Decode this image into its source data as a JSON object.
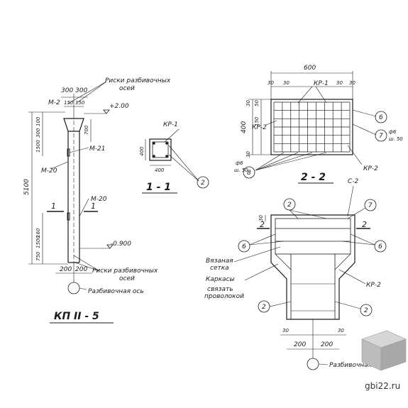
{
  "colors": {
    "ink": "#1a1a1a",
    "paper": "#ffffff",
    "logo_light": "#d6d6d6",
    "logo_dark": "#9a9a9a"
  },
  "column": {
    "mark": "КП II - 5",
    "dim_top_left": "300",
    "dim_top_right": "300",
    "dim_top_inner_left": "150",
    "dim_top_inner_right": "150",
    "elev_top": "+2.00",
    "dim_vert_a": "100",
    "dim_vert_b": "300",
    "dim_vert_c": "1500",
    "dim_vert_d": "5100",
    "dim_vert_e": "750",
    "dim_vert_f": "160",
    "dim_vert_g": "1500",
    "dim_right_top": "700",
    "elev_bottom": "-0.900",
    "dim_bot_left": "200",
    "dim_bot_right": "200",
    "labels": {
      "m2": "М-2",
      "m21": "М-21",
      "m20a": "М-20",
      "m20b": "М-20",
      "section_mark_left": "1",
      "section_mark_right": "1",
      "risk_top_line1": "Риски разбивочных",
      "risk_top_line2": "осей",
      "risk_bot_line1": "Риски разбивочных",
      "risk_bot_line2": "осей",
      "axis_label": "Разбивочная ось"
    }
  },
  "section_1_1": {
    "title": "1 - 1",
    "kr_label": "КР-1",
    "dim_side": "400",
    "dim_bottom": "400",
    "callout": "2"
  },
  "section_2_2": {
    "title": "2 - 2",
    "dim_total": "600",
    "dim_30a": "30",
    "dim_30b": "30",
    "dim_30c": "30",
    "dim_30d": "30",
    "kr1": "КР-1",
    "kr2_left": "КР-2",
    "kr2_right": "КР-2",
    "dim_side": "400",
    "dim_side_top": "30",
    "dim_side_bottom": "30",
    "dim_small_a": "50",
    "dim_small_b": "150",
    "phi_left": "ф6",
    "step_left": "ш. 50",
    "phi_right": "ф6",
    "step_right": "ш. 50",
    "callout_6": "6",
    "callout_7": "7",
    "callout_8": "8"
  },
  "detail": {
    "c2": "С-2",
    "callout_2_top": "2",
    "callout_7": "7",
    "callout_6_left": "6",
    "callout_6_right": "6",
    "callout_2_bl": "2",
    "callout_2_br": "2",
    "dim_30_top": "30",
    "mark_2_left": "2",
    "mark_2_right": "2",
    "knit_mesh_1": "Вязаная",
    "knit_mesh_2": "сетка",
    "frames": "Каркасы",
    "tie_1": "связать",
    "tie_2": "проволокой",
    "kr2": "КР-2",
    "dim_30_bl": "30",
    "dim_30_br": "30",
    "dim_200_l": "200",
    "dim_200_r": "200",
    "axis_label": "Разбивочная ось"
  },
  "watermark": {
    "site": "gbi22.ru",
    "logo_name": "gbi-cube-logo"
  }
}
